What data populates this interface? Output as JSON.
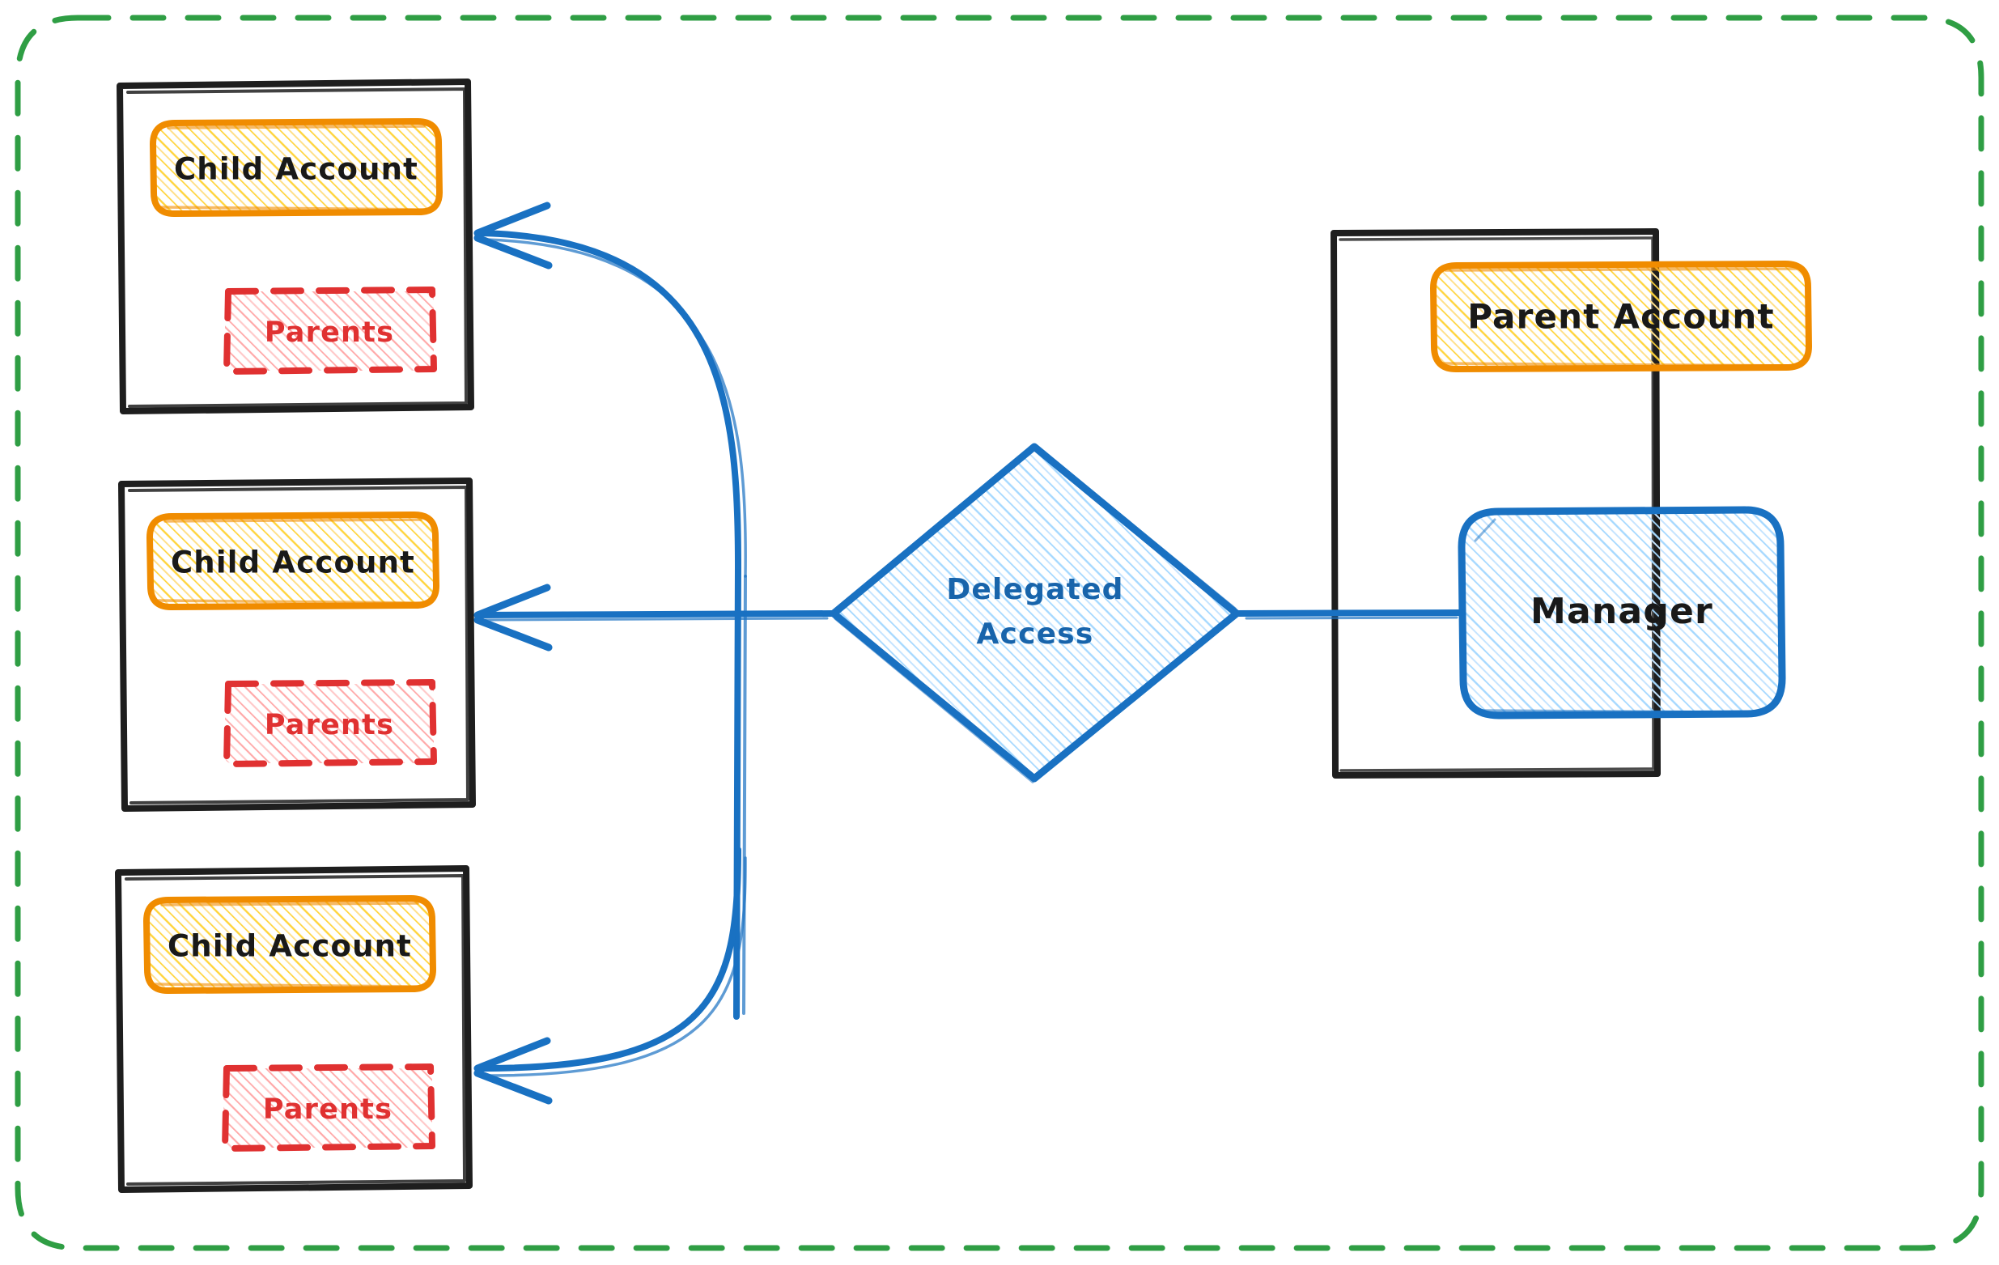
{
  "diagram": {
    "title": "Delegated Access",
    "style": "hand-drawn sketch",
    "background_color": "#ffffff",
    "outer_boundary": {
      "name": "organization-boundary",
      "stroke_color": "#2f9e44",
      "stroke_style": "dashed",
      "shape": "rounded-rectangle"
    },
    "colors": {
      "black_ink": "#1e1e1e",
      "orange_accent": "#f08c00",
      "orange_hatch": "#ffd43b",
      "red_accent": "#e03131",
      "red_hatch": "#ffa8a8",
      "blue_accent": "#1971c2",
      "blue_hatch": "#a5d8ff",
      "blue_text": "#1864ab",
      "green_dashed": "#2f9e44"
    },
    "child_accounts": [
      {
        "name": "child-account-1",
        "label": "Child Account",
        "sub_label": "Parents"
      },
      {
        "name": "child-account-2",
        "label": "Child Account",
        "sub_label": "Parents"
      },
      {
        "name": "child-account-3",
        "label": "Child Account",
        "sub_label": "Parents"
      }
    ],
    "decision_node": {
      "name": "delegated-access-diamond",
      "label_line1": "Delegated",
      "label_line2": "Access",
      "shape": "diamond"
    },
    "parent_container": {
      "name": "parent-account-container",
      "account_label": "Parent Account",
      "manager_label": "Manager"
    },
    "connections": [
      {
        "from": "delegated-access-diamond",
        "to": "child-account-1",
        "arrow": "left",
        "style": "curved"
      },
      {
        "from": "delegated-access-diamond",
        "to": "child-account-2",
        "arrow": "left",
        "style": "straight"
      },
      {
        "from": "delegated-access-diamond",
        "to": "child-account-3",
        "arrow": "left",
        "style": "curved"
      },
      {
        "from": "manager",
        "to": "delegated-access-diamond",
        "arrow": "none",
        "style": "straight"
      }
    ]
  }
}
